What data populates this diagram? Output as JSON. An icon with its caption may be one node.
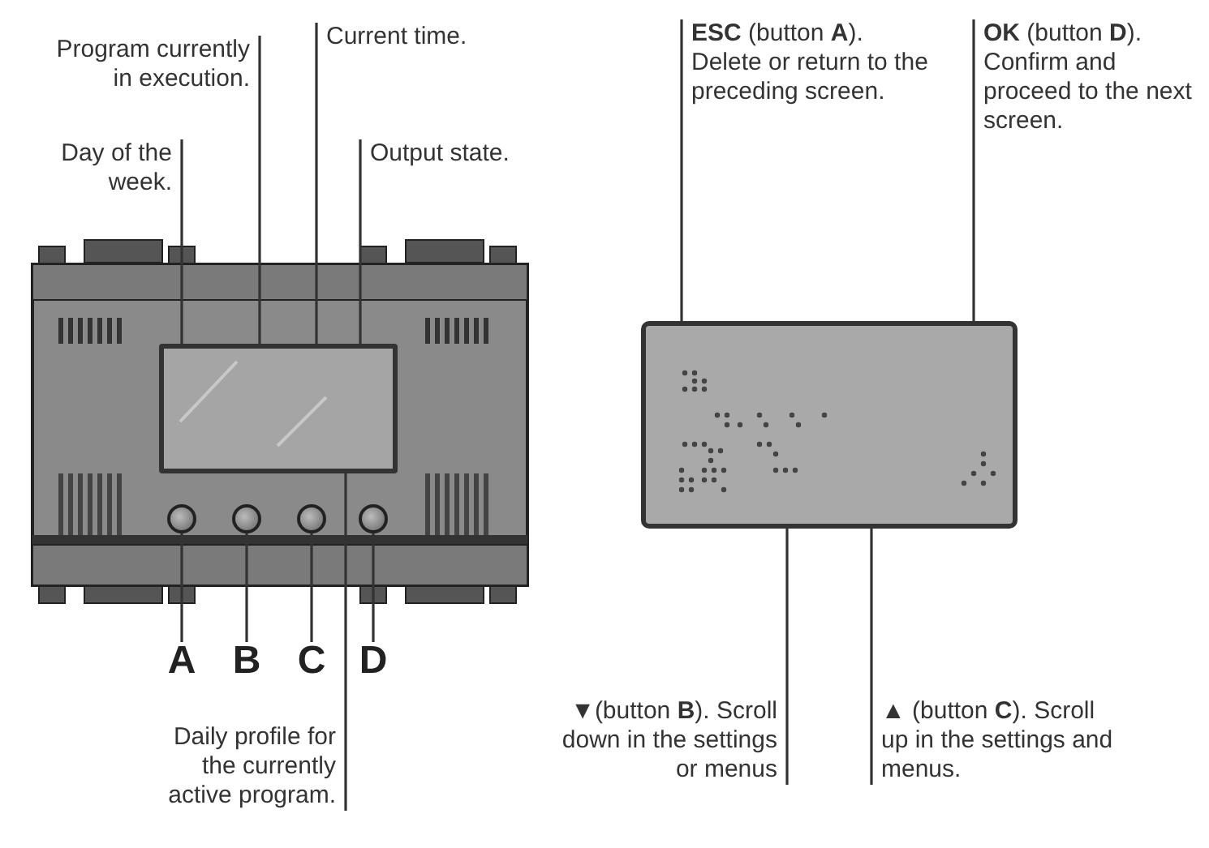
{
  "diagram": {
    "nodes": [
      {
        "text": [
          "Program currently in execution."
        ]
      },
      {
        "text": [
          "Current time."
        ]
      },
      {
        "text": [
          "Day of the week."
        ]
      },
      {
        "text": [
          "Output state."
        ]
      },
      {
        "text": [
          "A"
        ]
      },
      {
        "text": [
          "B"
        ]
      },
      {
        "text": [
          "C"
        ]
      },
      {
        "text": [
          "D"
        ]
      },
      {
        "text": [
          "Daily profile for the currently active program."
        ]
      },
      {
        "text": [
          "**ESC** (button **A**). Delete or return to the preceding screen."
        ]
      },
      {
        "text": [
          "**OK** (button **D**). Confirm and proceed to the next screen."
        ]
      },
      {
        "text": [
          "▼(button **B**). Scroll down in the settings or menus"
        ]
      },
      {
        "text": [
          "▲ (button **C**). Scroll up in the settings and menus."
        ]
      },
      {
        "text": [],
        "shape": "box"
      },
      {
        "text": [],
        "shape": "circle"
      },
      {
        "text": [],
        "shape": "circle"
      },
      {
        "text": [],
        "shape": "circle"
      },
      {
        "text": [],
        "shape": "circle"
      },
      {
        "text": [],
        "shape": "box"
      }
    ],
    "edges": [
      {
        "from": 0,
        "to": 13,
        "arrow": "none"
      },
      {
        "from": 1,
        "to": 13,
        "arrow": "none"
      },
      {
        "from": 2,
        "to": 13,
        "arrow": "none"
      },
      {
        "from": 3,
        "to": 13,
        "arrow": "none"
      },
      {
        "from": 4,
        "to": 14,
        "arrow": "none"
      },
      {
        "from": 5,
        "to": 15,
        "arrow": "none"
      },
      {
        "from": 6,
        "to": 16,
        "arrow": "none"
      },
      {
        "from": 7,
        "to": 17,
        "arrow": "none"
      },
      {
        "from": 8,
        "to": 13,
        "arrow": "none"
      },
      {
        "from": 9,
        "to": 18,
        "arrow": "none"
      },
      {
        "from": 10,
        "to": 18,
        "arrow": "none"
      },
      {
        "from": 11,
        "to": 18,
        "arrow": "none"
      },
      {
        "from": 12,
        "to": 18,
        "arrow": "none"
      }
    ]
  }
}
